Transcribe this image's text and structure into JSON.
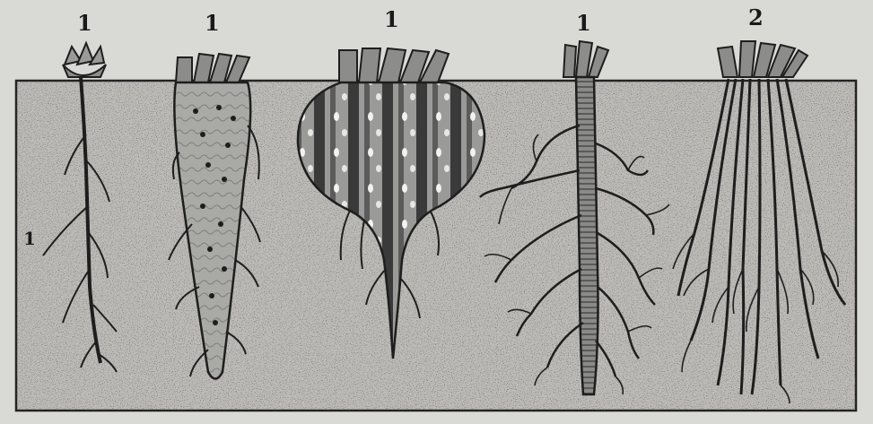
{
  "labels": {
    "plant_1": "1",
    "plant_2": "1",
    "plant_3": "1",
    "plant_4": "1",
    "plant_5": "2",
    "side_marker": "1"
  },
  "colors": {
    "paper": "#d9d9d6",
    "soil": "#bdbcb8",
    "ink": "#1e1e1e",
    "root_fill": "#8f8f8c"
  }
}
